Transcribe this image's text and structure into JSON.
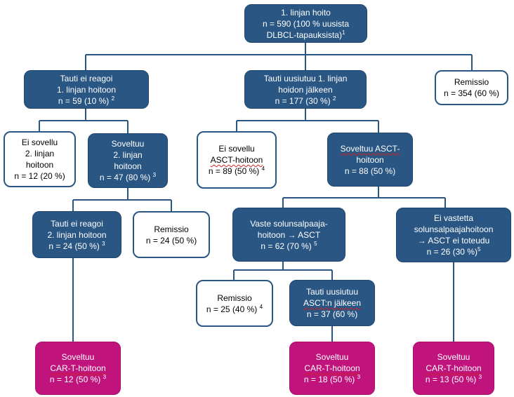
{
  "nodes": {
    "root": {
      "lines": [
        "1. linjan hoito",
        "n = 590 (100 % uusista",
        "DLBCL-tapauksista)"
      ],
      "sup": "1"
    },
    "no_response": {
      "lines": [
        "Tauti ei reagoi",
        "1. linjan hoitoon",
        "n = 59 (10 %)"
      ],
      "sup": "2"
    },
    "relapse": {
      "lines": [
        "Tauti uusiutuu 1. linjan",
        "hoidon jälkeen",
        "n = 177 (30 %)"
      ],
      "sup": "2"
    },
    "remission_first": {
      "lines": [
        "Remissio",
        "n = 354 (60 %)"
      ],
      "sup": ""
    },
    "not_eligible_2nd": {
      "lines": [
        "Ei sovellu",
        "2. linjan",
        "hoitoon",
        "n = 12 (20 %)"
      ],
      "sup": ""
    },
    "eligible_2nd": {
      "lines": [
        "Soveltuu",
        "2. linjan",
        "hoitoon",
        "n = 47 (80 %)"
      ],
      "sup": "3"
    },
    "not_eligible_asct": {
      "lines": [
        "Ei sovellu",
        "ASCT-hoitoon",
        "n = 89 (50 %)"
      ],
      "sup": "4"
    },
    "eligible_asct": {
      "lines": [
        "Soveltuu ASCT-",
        "hoitoon",
        "n = 88 (50 %)"
      ],
      "sup": ""
    },
    "no_response_2nd": {
      "lines": [
        "Tauti ei reagoi",
        "2. linjan hoitoon",
        "n = 24 (50 %)"
      ],
      "sup": "3"
    },
    "remission_2nd": {
      "lines": [
        "Remissio",
        "n = 24 (50 %)"
      ],
      "sup": ""
    },
    "response_salvage": {
      "lines": [
        "Vaste solunsalpaaja-",
        "hoitoon → ASCT",
        "n = 62 (70 %)"
      ],
      "sup": "5"
    },
    "no_response_salvage": {
      "lines": [
        "Ei vastetta",
        "solunsalpaajahoitoon",
        "→ ASCT ei toteudu",
        "n = 26 (30 %)"
      ],
      "sup": "5"
    },
    "remission_asct": {
      "lines": [
        "Remissio",
        "n = 25 (40 %)"
      ],
      "sup": "4"
    },
    "relapse_asct": {
      "lines": [
        "Tauti uusiutuu",
        "ASCT:n jälkeen",
        "n = 37 (60 %)"
      ],
      "sup": ""
    },
    "cart_a": {
      "lines": [
        "Soveltuu",
        "CAR-T-hoitoon",
        "n = 12 (50 %)"
      ],
      "sup": "3"
    },
    "cart_b": {
      "lines": [
        "Soveltuu",
        "CAR-T-hoitoon",
        "n = 18 (50 %)"
      ],
      "sup": "3"
    },
    "cart_c": {
      "lines": [
        "Soveltuu",
        "CAR-T-hoitoon",
        "n = 13 (50 %)"
      ],
      "sup": "3"
    }
  },
  "colors": {
    "primary": "#2a5684",
    "highlight": "#c0137c",
    "outline_fill": "#ffffff",
    "connector": "#2a5684"
  }
}
